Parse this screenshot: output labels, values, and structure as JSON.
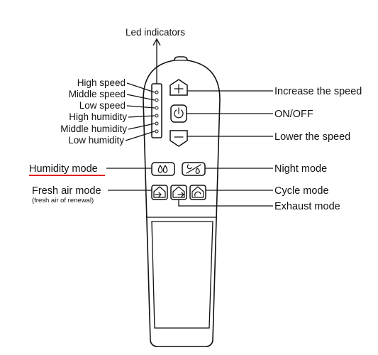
{
  "labels": {
    "led_indicators": "Led indicators",
    "high_speed": "High speed",
    "middle_speed": "Middle speed",
    "low_speed": "Low speed",
    "high_humidity": "High humidity",
    "middle_humidity": "Middle humidity",
    "low_humidity": "Low humidity",
    "increase_speed": "Increase the speed",
    "on_off": "ON/OFF",
    "lower_speed": "Lower the speed",
    "humidity_mode": "Humidity mode",
    "night_mode": "Night mode",
    "fresh_air_mode": "Fresh air mode",
    "fresh_air_note": "(fresh air of renewal)",
    "cycle_mode": "Cycle mode",
    "exhaust_mode": "Exhaust mode"
  },
  "colors": {
    "ink": "#111111",
    "highlight_underline": "#e0201b",
    "background": "#ffffff"
  },
  "icons": {
    "increase": "plus-arrow-icon",
    "power": "power-icon",
    "decrease": "minus-arrow-icon",
    "humidity": "water-drops-icon",
    "night": "moon-drop-icon",
    "fresh_air": "house-inflow-icon",
    "exhaust": "house-outflow-icon",
    "cycle": "house-cycle-icon"
  }
}
